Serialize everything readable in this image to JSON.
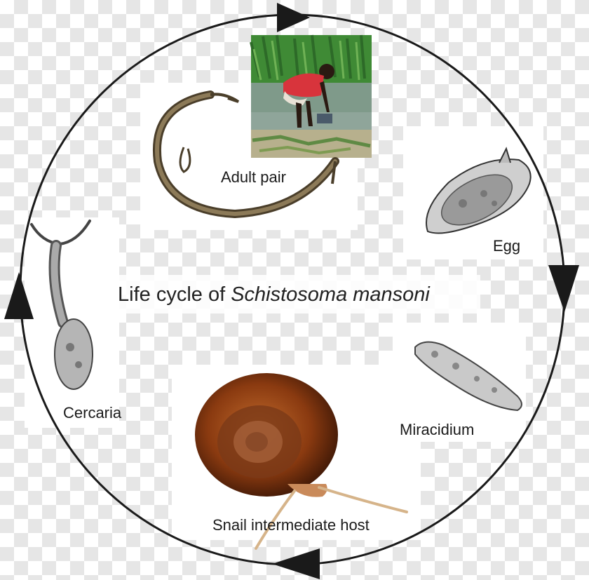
{
  "title": {
    "prefix": "Life cycle of ",
    "species": "Schistosoma mansoni"
  },
  "stages": {
    "adult": "Adult pair",
    "egg": "Egg",
    "miracidium": "Miracidium",
    "snail": "Snail intermediate host",
    "cercaria": "Cercaria"
  },
  "colors": {
    "cycle_line": "#1a1a1a",
    "snail_shell": "#8a3a10",
    "worm": "#6b5a3a",
    "child_shirt": "#d8343c",
    "grass": "#3f8a35",
    "water": "#7f9a8a"
  }
}
